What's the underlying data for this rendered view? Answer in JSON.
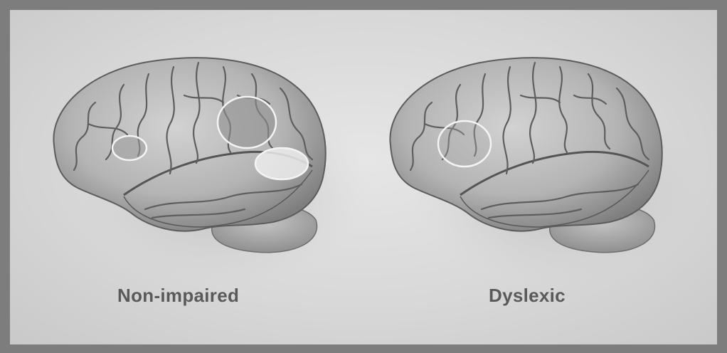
{
  "figure": {
    "panels": [
      {
        "label": "Non-impaired",
        "highlighted_regions": 3
      },
      {
        "label": "Dyslexic",
        "highlighted_regions": 1
      }
    ],
    "colors": {
      "frame": "#7d7d7d",
      "background": "#dcdcdc",
      "brain_fill": "#bdbdbd",
      "brain_shadow": "#8a8a8a",
      "region_outline": "#f4f4f4",
      "caption": "#5a5a5a"
    }
  }
}
